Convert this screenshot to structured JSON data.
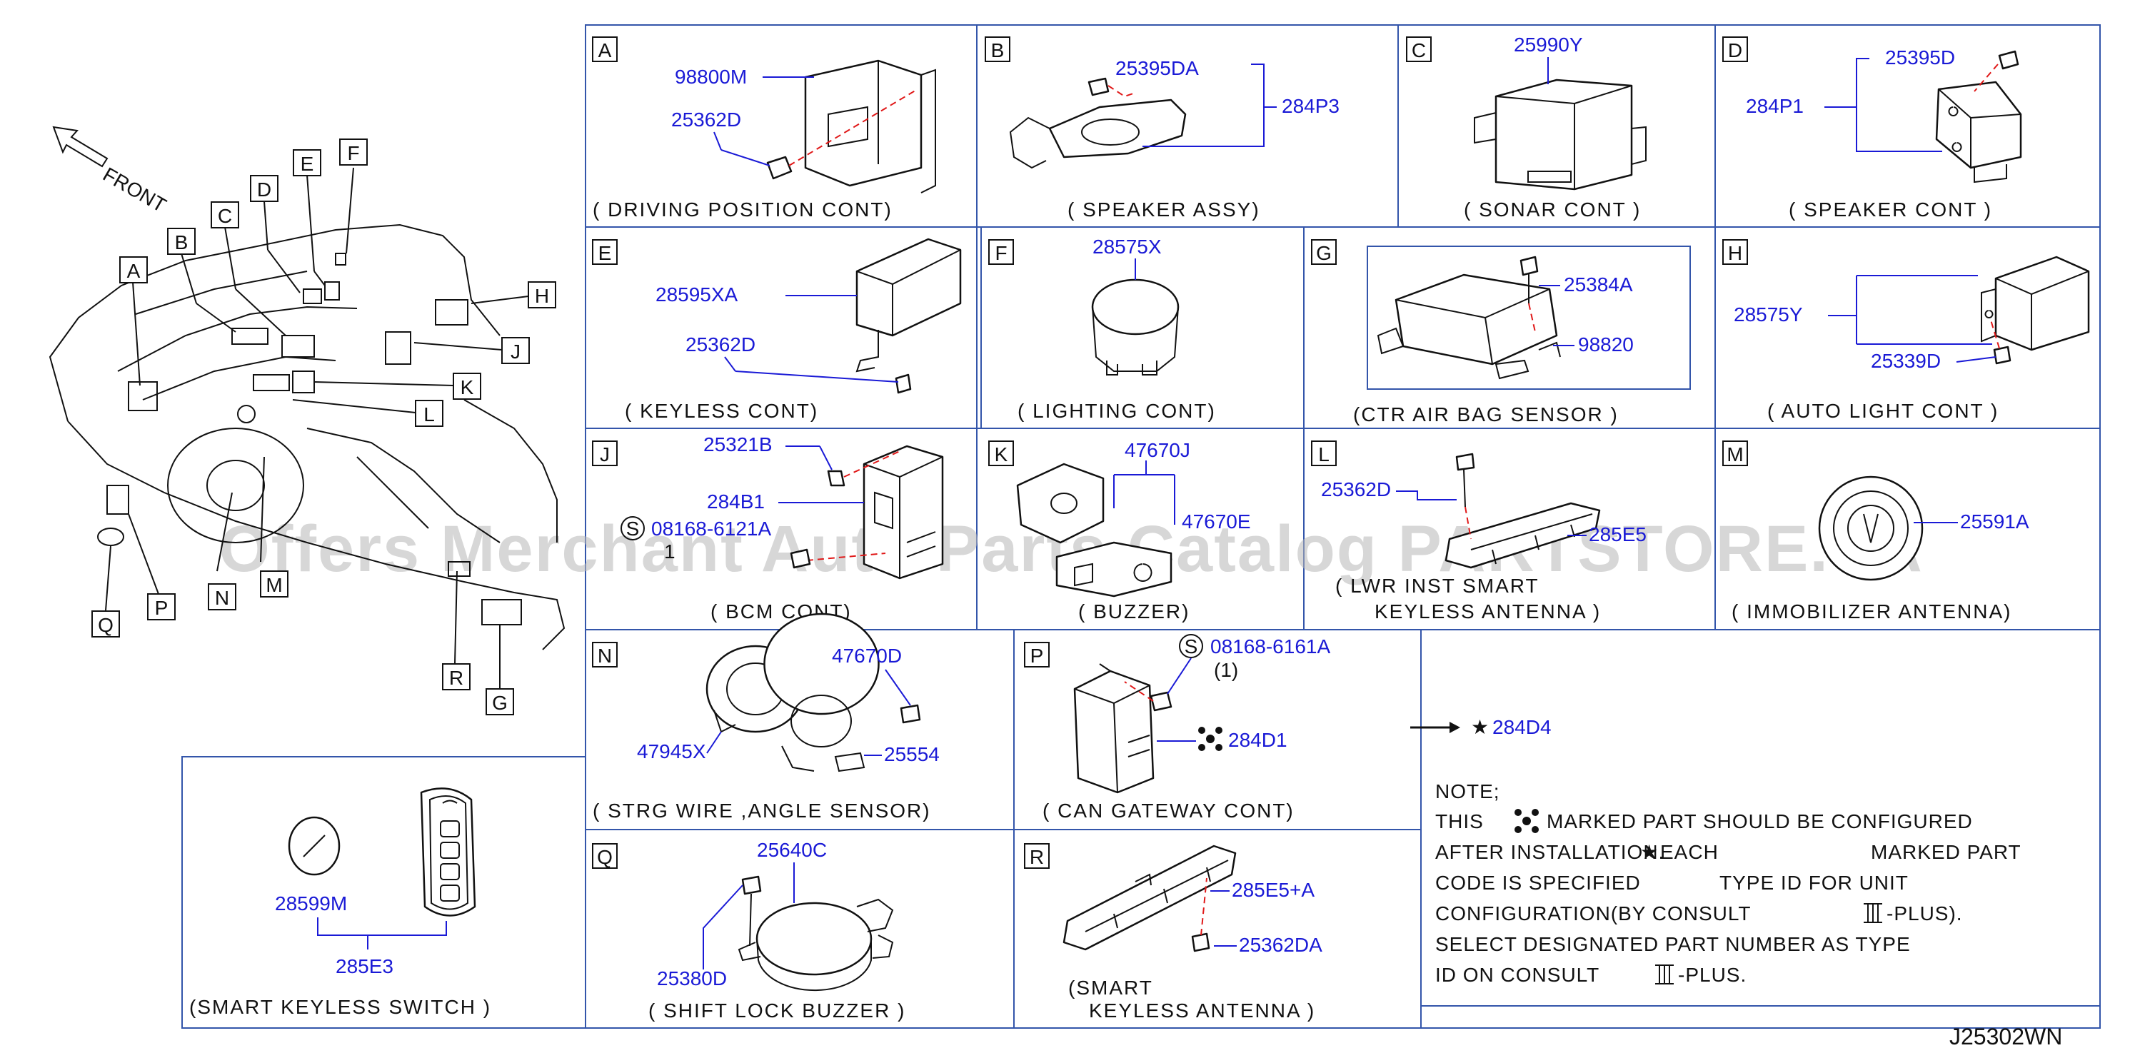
{
  "front_label": "FRONT",
  "overview_letters": [
    "A",
    "B",
    "C",
    "D",
    "E",
    "F",
    "H",
    "J",
    "K",
    "L",
    "M",
    "N",
    "P",
    "Q",
    "R",
    "G"
  ],
  "watermark": "Offers Merchant Auto Parts Catalog PARTSTORE.SA",
  "diagram_code": "J25302WN",
  "cells": {
    "A": {
      "letter": "A",
      "caption": "( DRIVING  POSITION  CONT)",
      "parts": [
        "98800M",
        "25362D"
      ]
    },
    "B": {
      "letter": "B",
      "caption": "( SPEAKER  ASSY)",
      "parts": [
        "25395DA",
        "284P3"
      ]
    },
    "C": {
      "letter": "C",
      "caption": "( SONAR  CONT )",
      "parts": [
        "25990Y"
      ]
    },
    "D": {
      "letter": "D",
      "caption": "( SPEAKER  CONT )",
      "parts": [
        "25395D",
        "284P1"
      ]
    },
    "E": {
      "letter": "E",
      "caption": "( KEYLESS  CONT)",
      "parts": [
        "28595XA",
        "25362D"
      ]
    },
    "F": {
      "letter": "F",
      "caption": "( LIGHTING  CONT)",
      "parts": [
        "28575X"
      ]
    },
    "G": {
      "letter": "G",
      "caption": "(CTR  AIR  BAG  SENSOR )",
      "parts": [
        "25384A",
        "98820"
      ]
    },
    "H": {
      "letter": "H",
      "caption": "( AUTO  LIGHT  CONT )",
      "parts": [
        "28575Y",
        "25339D"
      ]
    },
    "J": {
      "letter": "J",
      "caption": "( BCM  CONT)",
      "parts": [
        "25321B",
        "284B1",
        "08168-6121A",
        "1"
      ],
      "symbol": "S"
    },
    "K": {
      "letter": "K",
      "caption": "( BUZZER)",
      "parts": [
        "47670J",
        "47670E"
      ]
    },
    "L": {
      "letter": "L",
      "caption1": "( LWR  INST  SMART",
      "caption2": "KEYLESS  ANTENNA )",
      "parts": [
        "25362D",
        "285E5"
      ]
    },
    "M": {
      "letter": "M",
      "caption": "( IMMOBILIZER  ANTENNA)",
      "parts": [
        "25591A"
      ]
    },
    "N": {
      "letter": "N",
      "caption": "( STRG  WIRE  ,ANGLE  SENSOR)",
      "parts": [
        "47670D",
        "47945X",
        "25554"
      ]
    },
    "P": {
      "letter": "P",
      "caption": "(  CAN  GATEWAY  CONT)",
      "parts": [
        "08168-6161A",
        "(1)",
        "284D1"
      ],
      "symbol": "S"
    },
    "Q": {
      "letter": "Q",
      "caption": "( SHIFT  LOCK  BUZZER )",
      "parts": [
        "25640C",
        "25380D"
      ]
    },
    "R": {
      "letter": "R",
      "caption1": "(SMART",
      "caption2": "KEYLESS  ANTENNA )",
      "parts": [
        "285E5+A",
        "25362DA"
      ]
    },
    "SKS": {
      "caption": "(SMART    KEYLESS  SWITCH )",
      "parts": [
        "28599M",
        "285E3"
      ]
    }
  },
  "star_part": "284D4",
  "note": {
    "title": "NOTE;",
    "l1a": "THIS",
    "l1b": "MARKED  PART  SHOULD  BE  CONFIGURED",
    "l2a": "AFTER  INSTALLATION.",
    "l2b": "EACH",
    "l2c": "MARKED  PART",
    "l3a": "CODE  IS  SPECIFIED",
    "l3b": "TYPE  ID  FOR  UNIT",
    "l4a": "CONFIGURATION(BY  CONSULT",
    "l4b": "-PLUS).",
    "l5": "SELECT  DESIGNATED  PART  NUMBER  AS  TYPE",
    "l6a": "ID  ON  CONSULT",
    "l6b": "-PLUS."
  },
  "colors": {
    "part_number": "#1a1ad6",
    "grid": "#3355aa",
    "dashed_axis": "#e01818",
    "text": "#111111"
  }
}
